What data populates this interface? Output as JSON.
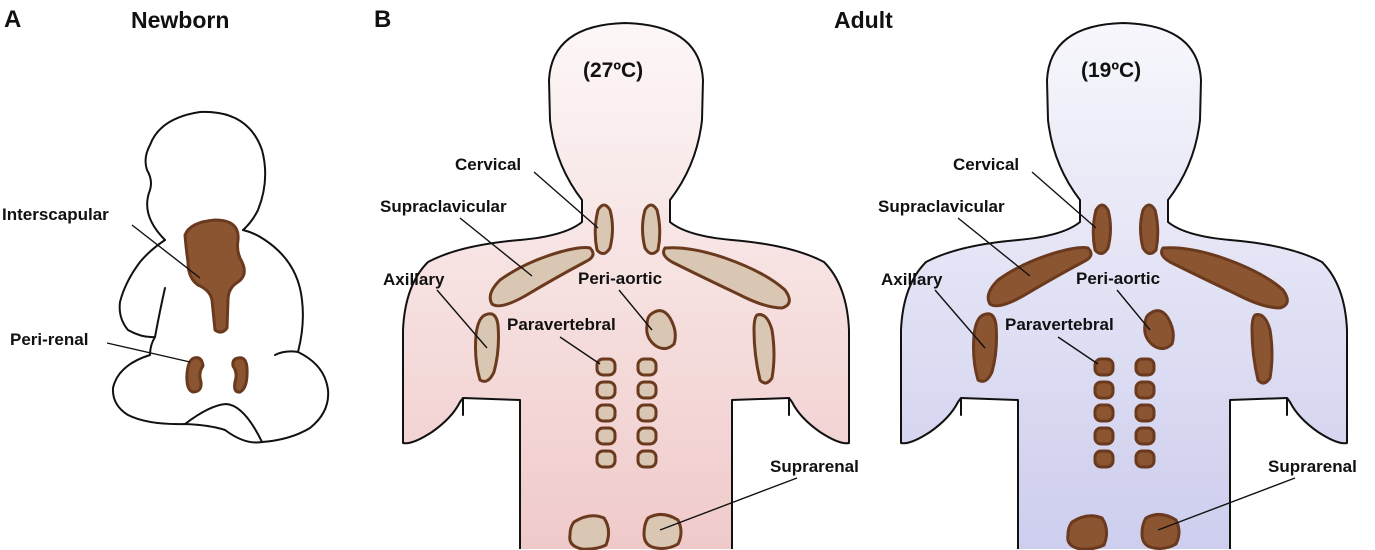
{
  "panels": {
    "a": {
      "letter": "A",
      "title": "Newborn"
    },
    "b": {
      "letter": "B",
      "title": "Adult"
    }
  },
  "newborn_labels": {
    "interscapular": "Interscapular",
    "perirenal": "Peri-renal"
  },
  "adult_figures": [
    {
      "temperature": "(27ºC)",
      "labels": {
        "cervical": "Cervical",
        "supraclavicular": "Supraclavicular",
        "axillary": "Axillary",
        "periaortic": "Peri-aortic",
        "paravertebral": "Paravertebral",
        "suprarenal": "Suprarenal"
      },
      "fat_color": "#d9c7b3"
    },
    {
      "temperature": "(19ºC)",
      "labels": {
        "cervical": "Cervical",
        "supraclavicular": "Supraclavicular",
        "axillary": "Axillary",
        "periaortic": "Peri-aortic",
        "paravertebral": "Paravertebral",
        "suprarenal": "Suprarenal"
      },
      "fat_color": "#8a5530"
    }
  ],
  "colors": {
    "brown_fat": "#8a5530",
    "fat_outline": "#6b3a1e",
    "warm_body_top": "#fbf1f1",
    "warm_body_bottom": "#f1cccc",
    "cold_body_top": "#f4f4fb",
    "cold_body_bottom": "#cfd0ee"
  }
}
